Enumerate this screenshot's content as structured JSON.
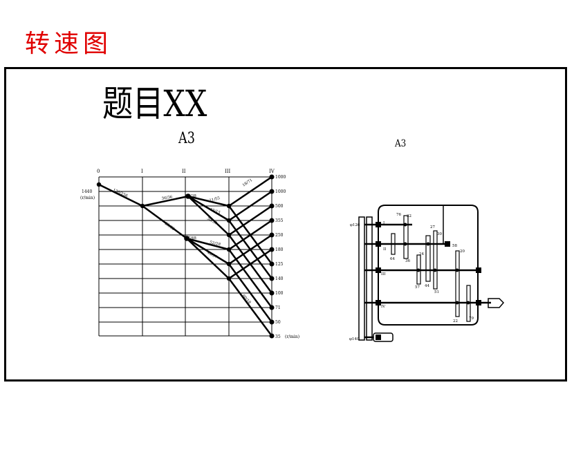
{
  "slide_title": "转速图",
  "drawing_title": "题目XX",
  "speed_chart": {
    "label": "A3",
    "shaft_labels": [
      "0",
      "I",
      "II",
      "III",
      "IV"
    ],
    "input_speed": "1440",
    "input_unit": "(r/min)",
    "speed_values": [
      "1000",
      "1000",
      "500",
      "355",
      "250",
      "180",
      "125",
      "140",
      "100",
      "71",
      "50",
      "35"
    ],
    "output_unit": "(r/min)",
    "gear_ratio_labels": [
      "126/256",
      "36/36",
      "26/38",
      "25/52",
      "37/48",
      "21/55",
      "43/15",
      "30/30",
      "52/28",
      "48/37",
      "18/71",
      "80/18"
    ]
  },
  "gearbox": {
    "label": "A3",
    "input_label": "φ126",
    "motor_label": "φ140",
    "shaft_labels": [
      "I",
      "II",
      "III",
      "IV"
    ],
    "gear_teeth": [
      "76",
      "32",
      "64",
      "27",
      "24",
      "30",
      "36",
      "20",
      "57",
      "44",
      "51",
      "58",
      "22",
      "79"
    ]
  }
}
